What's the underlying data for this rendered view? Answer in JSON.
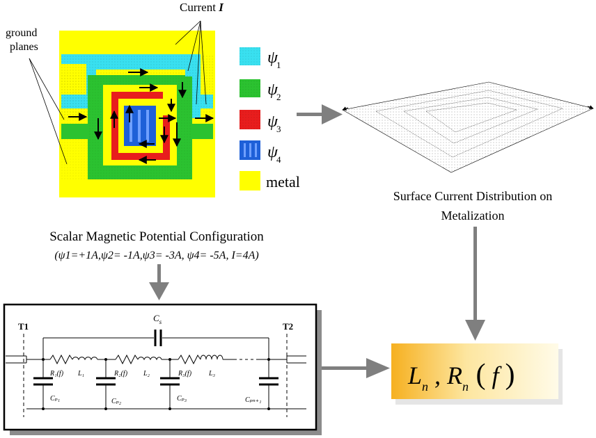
{
  "labels": {
    "current": "Current",
    "current_symbol": "I",
    "ground_planes_line1": "ground",
    "ground_planes_line2": "planes",
    "surface_current_line1": "Surface Current Distribution on",
    "surface_current_line2": "Metalization",
    "scalar_title": "Scalar Magnetic Potential Configuration",
    "scalar_values": "(ψ1=+1A,ψ2= -1A,ψ3= -3A, ψ4= -5A, I=4A)"
  },
  "legend": [
    {
      "symbol": "ψ",
      "sub": "1",
      "color": "#39e0f0"
    },
    {
      "symbol": "ψ",
      "sub": "2",
      "color": "#2bc230"
    },
    {
      "symbol": "ψ",
      "sub": "3",
      "color": "#e81d1d"
    },
    {
      "symbol": "ψ",
      "sub": "4",
      "color": "#1e60d8"
    },
    {
      "symbol": "metal",
      "sub": "",
      "color": "#ffff00"
    }
  ],
  "circuit": {
    "port_left": "T1",
    "port_right": "T2",
    "cs": "C",
    "cs_sub": "s",
    "r_labels": [
      "R₁(f)",
      "R₂(f)",
      "R₃(f)"
    ],
    "l_labels": [
      "L₁",
      "L₂",
      "L₃"
    ],
    "cp_labels": [
      "Cₚ₁",
      "Cₚ₂",
      "Cₚ₃",
      "Cₚₙ₊₁"
    ]
  },
  "result": {
    "text": "Lₙ , Rₙ( f )",
    "L": "L",
    "R": "R",
    "sub": "n",
    "f": "f"
  }
}
